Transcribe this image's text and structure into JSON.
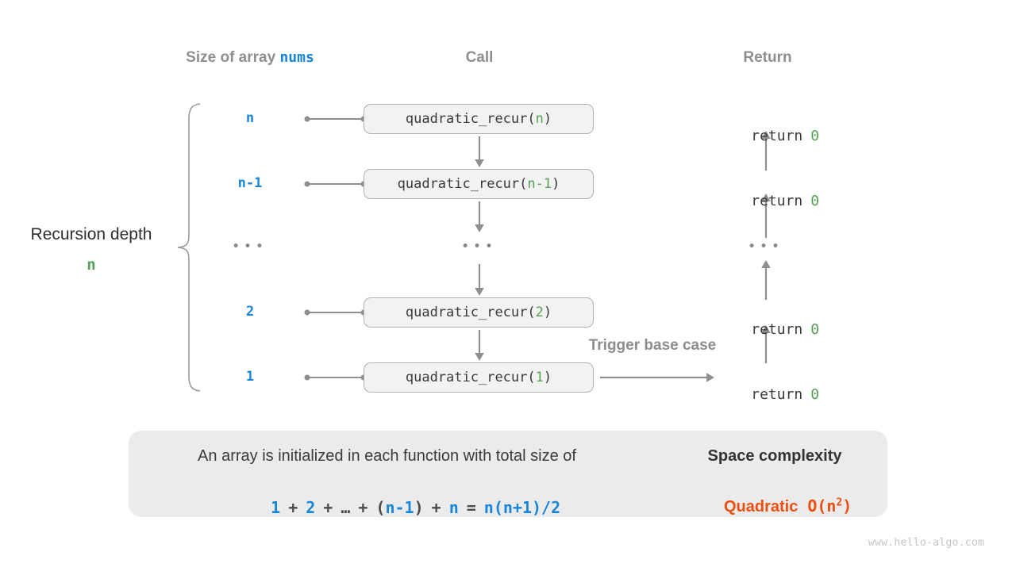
{
  "headers": {
    "size_of_array": "Size of array",
    "nums": "nums",
    "call": "Call",
    "ret": "Return"
  },
  "left_bracket_label": {
    "title": "Recursion depth",
    "depth": "n"
  },
  "call_stack": {
    "function_prefix": "quadratic_recur(",
    "function_suffix": ")",
    "return_keyword": "return",
    "return_value": "0",
    "ellipsis": "•••",
    "rows": [
      {
        "size": "n",
        "arg": "n"
      },
      {
        "size": "n-1",
        "arg": "n-1"
      },
      {
        "ellipsis": "•••"
      },
      {
        "size": "2",
        "arg": "2"
      },
      {
        "size": "1",
        "arg": "1"
      }
    ],
    "trigger_label": "Trigger base case"
  },
  "summary": {
    "description": "An array is initialized in each function with total size of",
    "formula": [
      {
        "text": "1",
        "color": "blue"
      },
      {
        "text": "+",
        "color": "gray"
      },
      {
        "text": "2",
        "color": "blue"
      },
      {
        "text": "+",
        "color": "gray"
      },
      {
        "text": "…",
        "color": "gray"
      },
      {
        "text": "+",
        "color": "gray"
      },
      {
        "text": "(",
        "color": "gray"
      },
      {
        "text": "n-1",
        "color": "blue"
      },
      {
        "text": ")",
        "color": "gray"
      },
      {
        "text": "+",
        "color": "gray"
      },
      {
        "text": "n",
        "color": "blue"
      },
      {
        "text": "=",
        "color": "gray"
      },
      {
        "text": "n(n+1)/2",
        "color": "blue"
      }
    ],
    "space_title": "Space complexity",
    "complexity_name": "Quadratic",
    "big_o_prefix": "O(n",
    "big_o_sup": "2",
    "big_o_suffix": ")"
  },
  "footer": "www.hello-algo.com",
  "colors": {
    "blue": "#1786d9",
    "green": "#56a156",
    "orange": "#eb4e0f",
    "heading_gray": "#8f8f8f",
    "line_gray": "#8f8f8f",
    "box_fill": "#f2f2f2",
    "box_border": "#b0b0b0",
    "panel_fill": "#ebebeb"
  }
}
